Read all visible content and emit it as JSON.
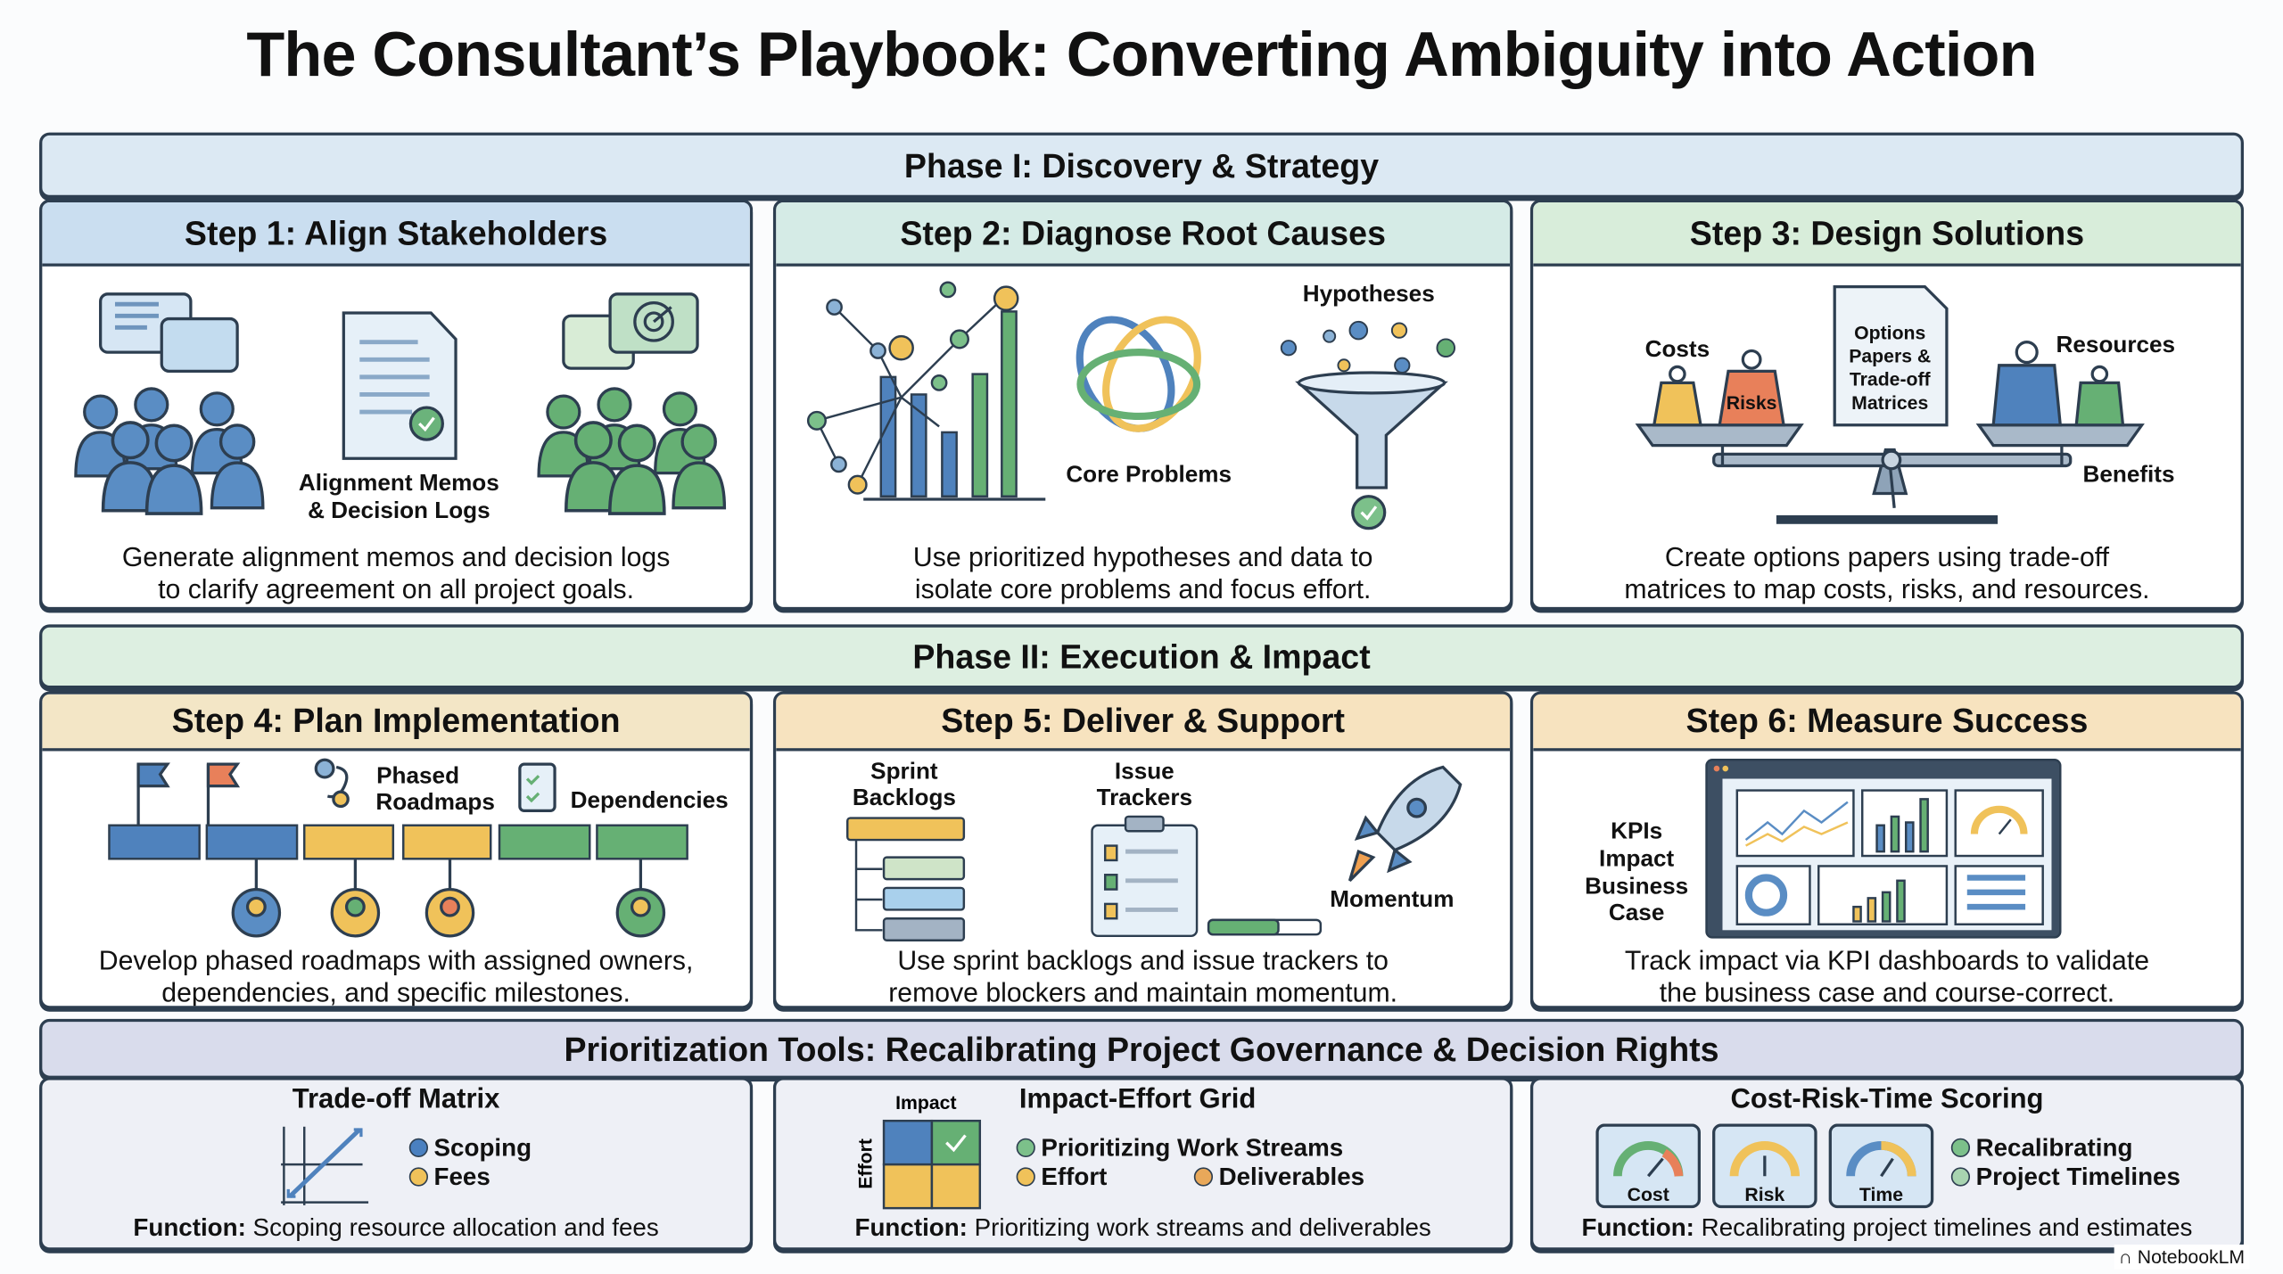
{
  "title": "The Consultant’s Playbook: Converting Ambiguity into Action",
  "phases": [
    {
      "label": "Phase I: Discovery & Strategy",
      "color": "#dce9f3"
    },
    {
      "label": "Phase II: Execution & Impact",
      "color": "#ddefe1"
    }
  ],
  "steps": [
    {
      "title": "Step 1: Align Stakeholders",
      "header_color": "#cadef0",
      "labels": [
        "Alignment Memos",
        "& Decision Logs"
      ],
      "description": [
        "Generate alignment memos and decision logs",
        "to clarify agreement on all project goals."
      ]
    },
    {
      "title": "Step 2: Diagnose Root Causes",
      "header_color": "#d5ebe6",
      "labels": [
        "Core Problems",
        "Hypotheses"
      ],
      "description": [
        "Use prioritized hypotheses and data to",
        "isolate core problems and focus effort."
      ]
    },
    {
      "title": "Step 3: Design Solutions",
      "header_color": "#d8edda",
      "labels": [
        "Costs",
        "Risks",
        "Options",
        "Papers &",
        "Trade-off",
        "Matrices",
        "Resources",
        "Benefits"
      ],
      "description": [
        "Create options papers using trade-off",
        "matrices to map costs, risks, and resources."
      ]
    },
    {
      "title": "Step 4: Plan Implementation",
      "header_color": "#f3e6c6",
      "labels": [
        "Phased",
        "Roadmaps",
        "Dependencies"
      ],
      "description": [
        "Develop phased roadmaps with assigned owners,",
        "dependencies, and specific milestones."
      ]
    },
    {
      "title": "Step 5: Deliver & Support",
      "header_color": "#f7e3bf",
      "labels": [
        "Sprint",
        "Backlogs",
        "Issue",
        "Trackers",
        "Momentum"
      ],
      "description": [
        "Use sprint backlogs and issue trackers to",
        "remove blockers and maintain momentum."
      ]
    },
    {
      "title": "Step 6: Measure Success",
      "header_color": "#f7e3bf",
      "labels": [
        "KPIs",
        "Impact",
        "Business",
        "Case"
      ],
      "description": [
        "Track impact via KPI dashboards to validate",
        "the business case and course-correct."
      ]
    }
  ],
  "tools": {
    "title": "Prioritization Tools: Recalibrating Project Governance & Decision Rights",
    "color": "#d9dcec",
    "function_label": "Function:",
    "cards": [
      {
        "title": "Trade-off Matrix",
        "legend": [
          {
            "label": "Scoping",
            "color": "#4a80c0"
          },
          {
            "label": "Fees",
            "color": "#f0c25a"
          }
        ],
        "function_text": "Scoping resource allocation and fees"
      },
      {
        "title": "Impact-Effort Grid",
        "axis_labels": [
          "Impact",
          "Effort"
        ],
        "legend": [
          {
            "label": "Prioritizing Work Streams",
            "color": "#7cc08a"
          },
          {
            "label": "Effort",
            "color": "#f0c25a"
          },
          {
            "label": "Deliverables",
            "color": "#e8a85a"
          }
        ],
        "function_text": "Prioritizing work streams and deliverables"
      },
      {
        "title": "Cost-Risk-Time Scoring",
        "gauges": [
          "Cost",
          "Risk",
          "Time"
        ],
        "legend": [
          {
            "label": "Recalibrating",
            "color": "#7cc08a"
          },
          {
            "label": "Project Timelines",
            "color": "#a8d4b0"
          }
        ],
        "function_text": "Recalibrating project timelines and estimates"
      }
    ]
  },
  "watermark": "NotebookLM"
}
